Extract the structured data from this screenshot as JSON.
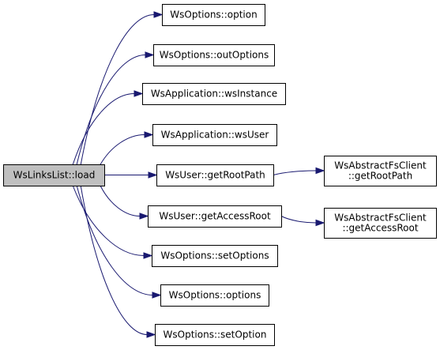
{
  "diagram": {
    "nodes": [
      {
        "id": "load",
        "lines": [
          "WsLinksList::load"
        ],
        "root": true
      },
      {
        "id": "option",
        "lines": [
          "WsOptions::option"
        ]
      },
      {
        "id": "outOptions",
        "lines": [
          "WsOptions::outOptions"
        ]
      },
      {
        "id": "wsInstance",
        "lines": [
          "WsApplication::wsInstance"
        ]
      },
      {
        "id": "wsUser",
        "lines": [
          "WsApplication::wsUser"
        ]
      },
      {
        "id": "getRootPath",
        "lines": [
          "WsUser::getRootPath"
        ]
      },
      {
        "id": "getAccessRoot",
        "lines": [
          "WsUser::getAccessRoot"
        ]
      },
      {
        "id": "setOptions",
        "lines": [
          "WsOptions::setOptions"
        ]
      },
      {
        "id": "options",
        "lines": [
          "WsOptions::options"
        ]
      },
      {
        "id": "setOption",
        "lines": [
          "WsOptions::setOption"
        ]
      },
      {
        "id": "fsGetRootPath",
        "lines": [
          "WsAbstractFsClient",
          "::getRootPath"
        ]
      },
      {
        "id": "fsGetAccessRoot",
        "lines": [
          "WsAbstractFsClient",
          "::getAccessRoot"
        ]
      }
    ],
    "edges": [
      {
        "from": "load",
        "to": "option"
      },
      {
        "from": "load",
        "to": "outOptions"
      },
      {
        "from": "load",
        "to": "wsInstance"
      },
      {
        "from": "load",
        "to": "wsUser"
      },
      {
        "from": "load",
        "to": "getRootPath"
      },
      {
        "from": "load",
        "to": "getAccessRoot"
      },
      {
        "from": "load",
        "to": "setOptions"
      },
      {
        "from": "load",
        "to": "options"
      },
      {
        "from": "load",
        "to": "setOption"
      },
      {
        "from": "getRootPath",
        "to": "fsGetRootPath"
      },
      {
        "from": "getAccessRoot",
        "to": "fsGetAccessRoot"
      }
    ],
    "colors": {
      "edge": "#191970",
      "root_fill": "#bfbfbf",
      "node_fill": "#ffffff",
      "border": "#000000"
    }
  }
}
